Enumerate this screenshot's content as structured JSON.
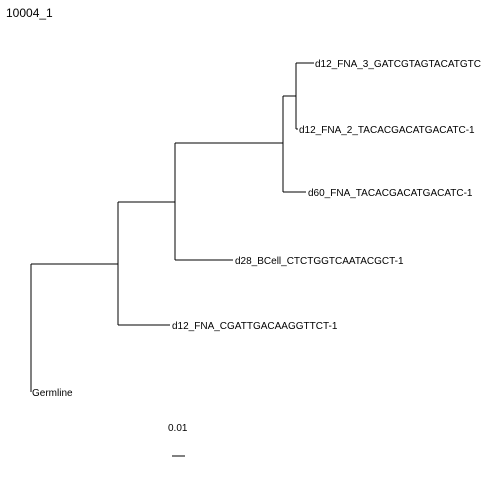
{
  "title": "10004_1",
  "tips": [
    {
      "id": "fna3",
      "label": "d12_FNA_3_GATCGTAGTACATGTC"
    },
    {
      "id": "fna2",
      "label": "d12_FNA_2_TACACGACATGACATC-1"
    },
    {
      "id": "d60",
      "label": "d60_FNA_TACACGACATGACATC-1"
    },
    {
      "id": "d28",
      "label": "d28_BCell_CTCTGGTCAATACGCT-1"
    },
    {
      "id": "fnaC",
      "label": "d12_FNA_CGATTGACAAGGTTCT-1"
    },
    {
      "id": "germ",
      "label": "Germline"
    }
  ],
  "scale_bar": {
    "label": "0.01",
    "length": 0.01
  }
}
